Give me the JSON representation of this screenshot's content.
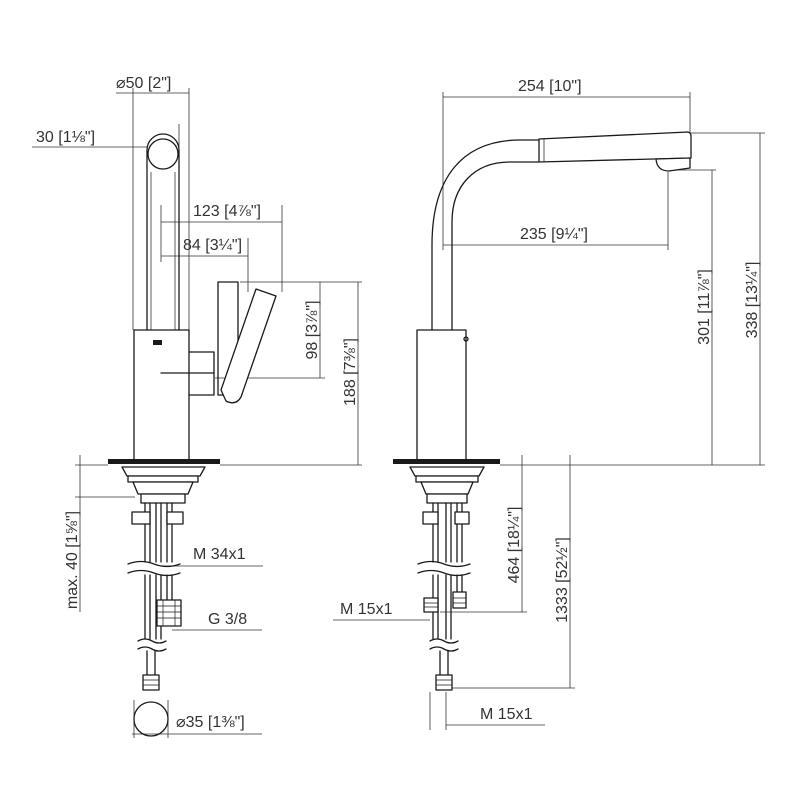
{
  "front_view": {
    "dimensions": {
      "body_diameter": "⌀50 [2\"]",
      "spout_width": "30 [1⅛\"]",
      "spout_to_lever_tip": "123 [4⅞\"]",
      "spout_to_lever_axis": "84 [3¼\"]",
      "lever_height": "98 [3⅞\"]",
      "lever_top_height": "188 [7⅜\"]",
      "countertop_thickness": "max. 40 [1⅝\"]",
      "mounting_thread": "M 34x1",
      "connection_thread": "G 3/8",
      "hose_diameter": "⌀35 [1⅜\"]"
    }
  },
  "side_view": {
    "dimensions": {
      "spout_reach": "254 [10\"]",
      "outlet_reach": "235 [9¼\"]",
      "outlet_height": "301 [11⅞\"]",
      "total_height": "338 [13¼\"]",
      "connection_length": "464 [18¼\"]",
      "hose_length": "1333 [52½\"]",
      "supply_thread": "M 15x1",
      "hose_thread": "M 15x1"
    }
  },
  "colors": {
    "line": "#1a1a1a",
    "dimension": "#333333",
    "background": "#ffffff"
  }
}
